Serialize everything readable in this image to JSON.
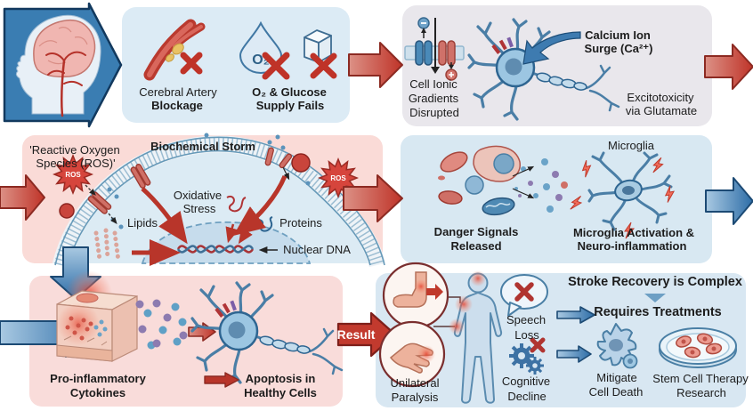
{
  "row1": {
    "cerebral_1": "Cerebral Artery",
    "cerebral_2": "Blockage",
    "o2": "O₂",
    "supply_1": "O₂ & Glucose",
    "supply_2": "Supply Fails",
    "ionic_1": "Cell Ionic",
    "ionic_2": "Gradients",
    "ionic_3": "Disrupted",
    "calcium_1": "Calcium Ion",
    "calcium_2": "Surge (Ca²⁺)",
    "excito_1": "Excitotoxicity",
    "excito_2": "via Glutamate"
  },
  "row2": {
    "ros_title_1": "'Reactive Oxygen",
    "ros_title_2": "Species (ROS)'",
    "storm_title": "Biochemical Storm",
    "ros_badge": "ROS",
    "oxidative_1": "Oxidative",
    "oxidative_2": "Stress",
    "lipids": "Lipids",
    "proteins": "Proteins",
    "nuclear_dna": "Nuclear DNA",
    "danger_1": "Danger Signals",
    "danger_2": "Released",
    "microglia": "Microglia",
    "activation_1": "Microglia Activation &",
    "activation_2": "Neuro-inflammation"
  },
  "row3": {
    "cytokines_1": "Pro-inflammatory",
    "cytokines_2": "Cytokines",
    "apoptosis_1": "Apoptosis in",
    "apoptosis_2": "Healthy Cells",
    "result": "Result",
    "paralysis_1": "Unilateral",
    "paralysis_2": "Paralysis",
    "speech_1": "Speech",
    "speech_2": "Loss",
    "cognitive_1": "Cognitive",
    "cognitive_2": "Decline",
    "recovery_title": "Stroke Recovery is Complex",
    "treatments": "Requires Treatments",
    "mitigate_1": "Mitigate",
    "mitigate_2": "Cell Death",
    "stem_1": "Stem Cell Therapy",
    "stem_2": "Research"
  },
  "colors": {
    "red_accent": "#c0392b",
    "blue_accent": "#3a7db2",
    "panel_blue": "#dcebf5",
    "panel_lavender": "#e9e7ec",
    "panel_pink": "#fadbd7",
    "panel_lightblue": "#d8e8f2"
  }
}
